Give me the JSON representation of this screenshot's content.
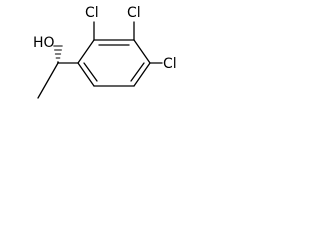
{
  "structure": {
    "labels": {
      "hydroxyl": "HO",
      "chloro_2": "Cl",
      "chloro_3": "Cl",
      "chloro_4": "Cl"
    },
    "colors": {
      "bond": "#000000",
      "text": "#000000",
      "background": "#ffffff"
    }
  }
}
